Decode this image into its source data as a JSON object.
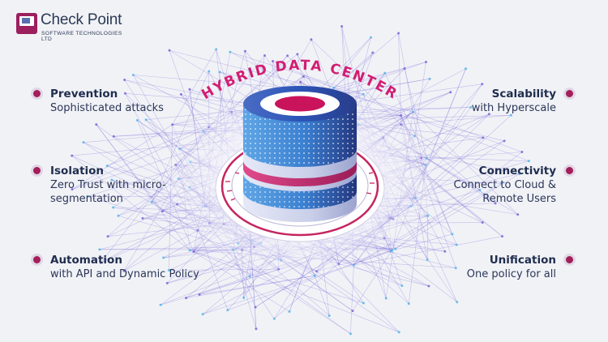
{
  "logo": {
    "name": "Check Point",
    "subtitle": "SOFTWARE TECHNOLOGIES LTD"
  },
  "center_title": "HYBRID DATA CENTER",
  "features_left": [
    {
      "title": "Prevention",
      "lines": [
        "Sophisticated attacks"
      ]
    },
    {
      "title": "Isolation",
      "lines": [
        "Zero Trust with micro-",
        "segmentation"
      ]
    },
    {
      "title": "Automation",
      "lines": [
        "with API and Dynamic Policy"
      ]
    }
  ],
  "features_right": [
    {
      "title": "Scalability",
      "lines": [
        "with Hyperscale"
      ]
    },
    {
      "title": "Connectivity",
      "lines": [
        "Connect to Cloud &",
        "Remote Users"
      ]
    },
    {
      "title": "Unification",
      "lines": [
        "One policy for all"
      ]
    }
  ],
  "colors": {
    "accent": "#a31f5b",
    "title_text": "#1f2d4e",
    "network": "#6a5bd6",
    "background": "#f1f2f6"
  }
}
